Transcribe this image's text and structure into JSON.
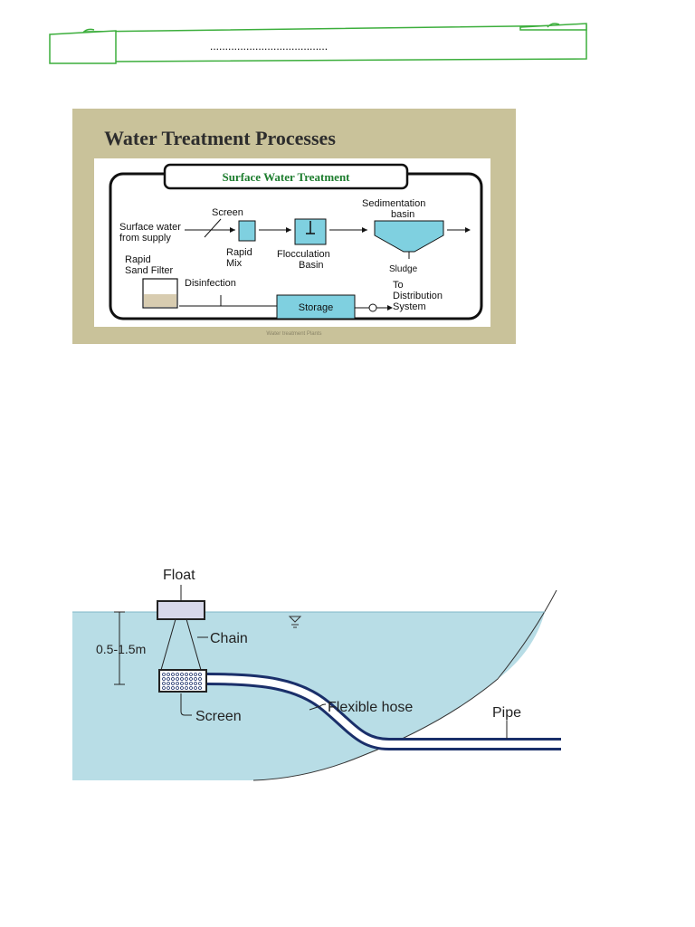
{
  "banner": {
    "dots": "......................................."
  },
  "figure1": {
    "title": "Water Treatment Processes",
    "subtitle": "Surface Water Treatment",
    "labels": {
      "screen": "Screen",
      "source_line1": "Surface water",
      "source_line2": "from supply",
      "rapid_mix_line1": "Rapid",
      "rapid_mix_line2": "Mix",
      "flocculation_line1": "Flocculation",
      "flocculation_line2": "Basin",
      "sedimentation_line1": "Sedimentation",
      "sedimentation_line2": "basin",
      "sludge": "Sludge",
      "sand_filter_line1": "Rapid",
      "sand_filter_line2": "Sand Filter",
      "disinfection": "Disinfection",
      "storage": "Storage",
      "distribution_line1": "To",
      "distribution_line2": "Distribution",
      "distribution_line3": "System"
    },
    "footer": "Water treatment Plants"
  },
  "figure2": {
    "float": "Float",
    "chain": "Chain",
    "depth": "0.5-1.5m",
    "screen": "Screen",
    "flexible_hose": "Flexible hose",
    "pipe": "Pipe"
  },
  "colors": {
    "banner_green": "#3cae3c",
    "slide_bg": "#c9c29a",
    "title_dark": "#2d2d2d",
    "subtitle_green": "#1d7d2e",
    "water_blue": "#b8dde6",
    "box_teal": "#7fd0e0"
  }
}
